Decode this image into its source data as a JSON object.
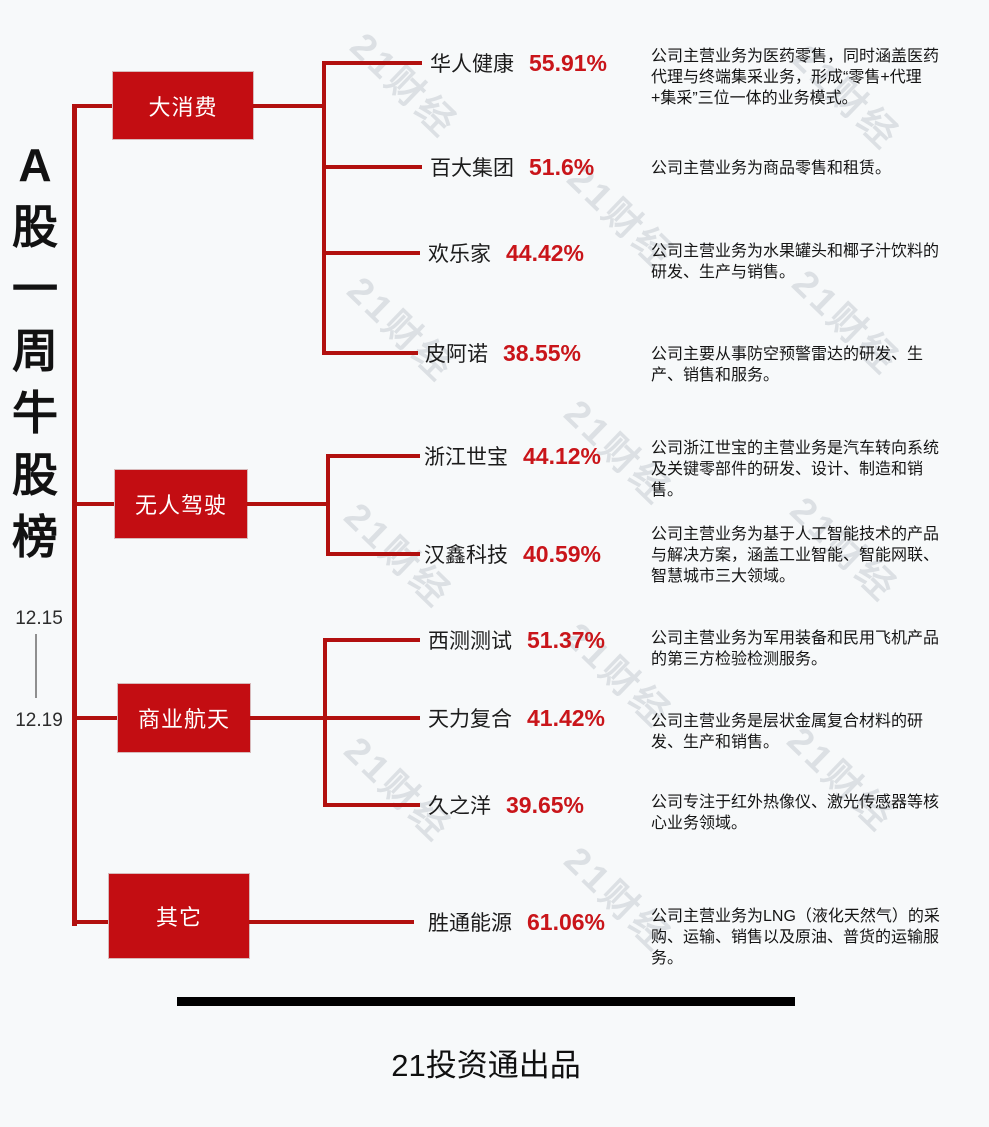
{
  "page": {
    "title_vertical": "A股一周牛股榜",
    "date_start": "12.15",
    "date_end": "12.19",
    "watermark": "21财经",
    "footer": "21投资通出品",
    "colors": {
      "category_box_red": "#c30d12",
      "line_red": "#b2100f",
      "percent_red": "#c9151a",
      "background": "#f7f9fa",
      "footer_bar_black": "#000000"
    }
  },
  "groups": [
    {
      "label": "大消费",
      "stocks": [
        {
          "name": "华人健康",
          "pct": "55.91%",
          "desc": "公司主营业务为医药零售，同时涵盖医药代理与终端集采业务，形成“零售+代理+集采”三位一体的业务模式。"
        },
        {
          "name": "百大集团",
          "pct": "51.6%",
          "desc": "公司主营业务为商品零售和租赁。"
        },
        {
          "name": "欢乐家",
          "pct": "44.42%",
          "desc": "公司主营业务为水果罐头和椰子汁饮料的研发、生产与销售。"
        },
        {
          "name": "皮阿诺",
          "pct": "38.55%",
          "desc": "公司主要从事防空预警雷达的研发、生产、销售和服务。"
        }
      ]
    },
    {
      "label": "无人驾驶",
      "stocks": [
        {
          "name": "浙江世宝",
          "pct": "44.12%",
          "desc": "公司浙江世宝的主营业务是汽车转向系统及关键零部件的研发、设计、制造和销售。"
        },
        {
          "name": "汉鑫科技",
          "pct": "40.59%",
          "desc": "公司主营业务为基于人工智能技术的产品与解决方案，涵盖工业智能、智能网联、智慧城市三大领域。"
        }
      ]
    },
    {
      "label": "商业航天",
      "stocks": [
        {
          "name": "西测测试",
          "pct": "51.37%",
          "desc": "公司主营业务为军用装备和民用飞机产品的第三方检验检测服务。"
        },
        {
          "name": "天力复合",
          "pct": "41.42%",
          "desc": "公司主营业务是层状金属复合材料的研发、生产和销售。"
        },
        {
          "name": "久之洋",
          "pct": "39.65%",
          "desc": "公司专注于红外热像仪、激光传感器等核心业务领域。"
        }
      ]
    },
    {
      "label": "其它",
      "stocks": [
        {
          "name": "胜通能源",
          "pct": "61.06%",
          "desc": "公司主营业务为LNG（液化天然气）的采购、运输、销售以及原油、普货的运输服务。"
        }
      ]
    }
  ]
}
